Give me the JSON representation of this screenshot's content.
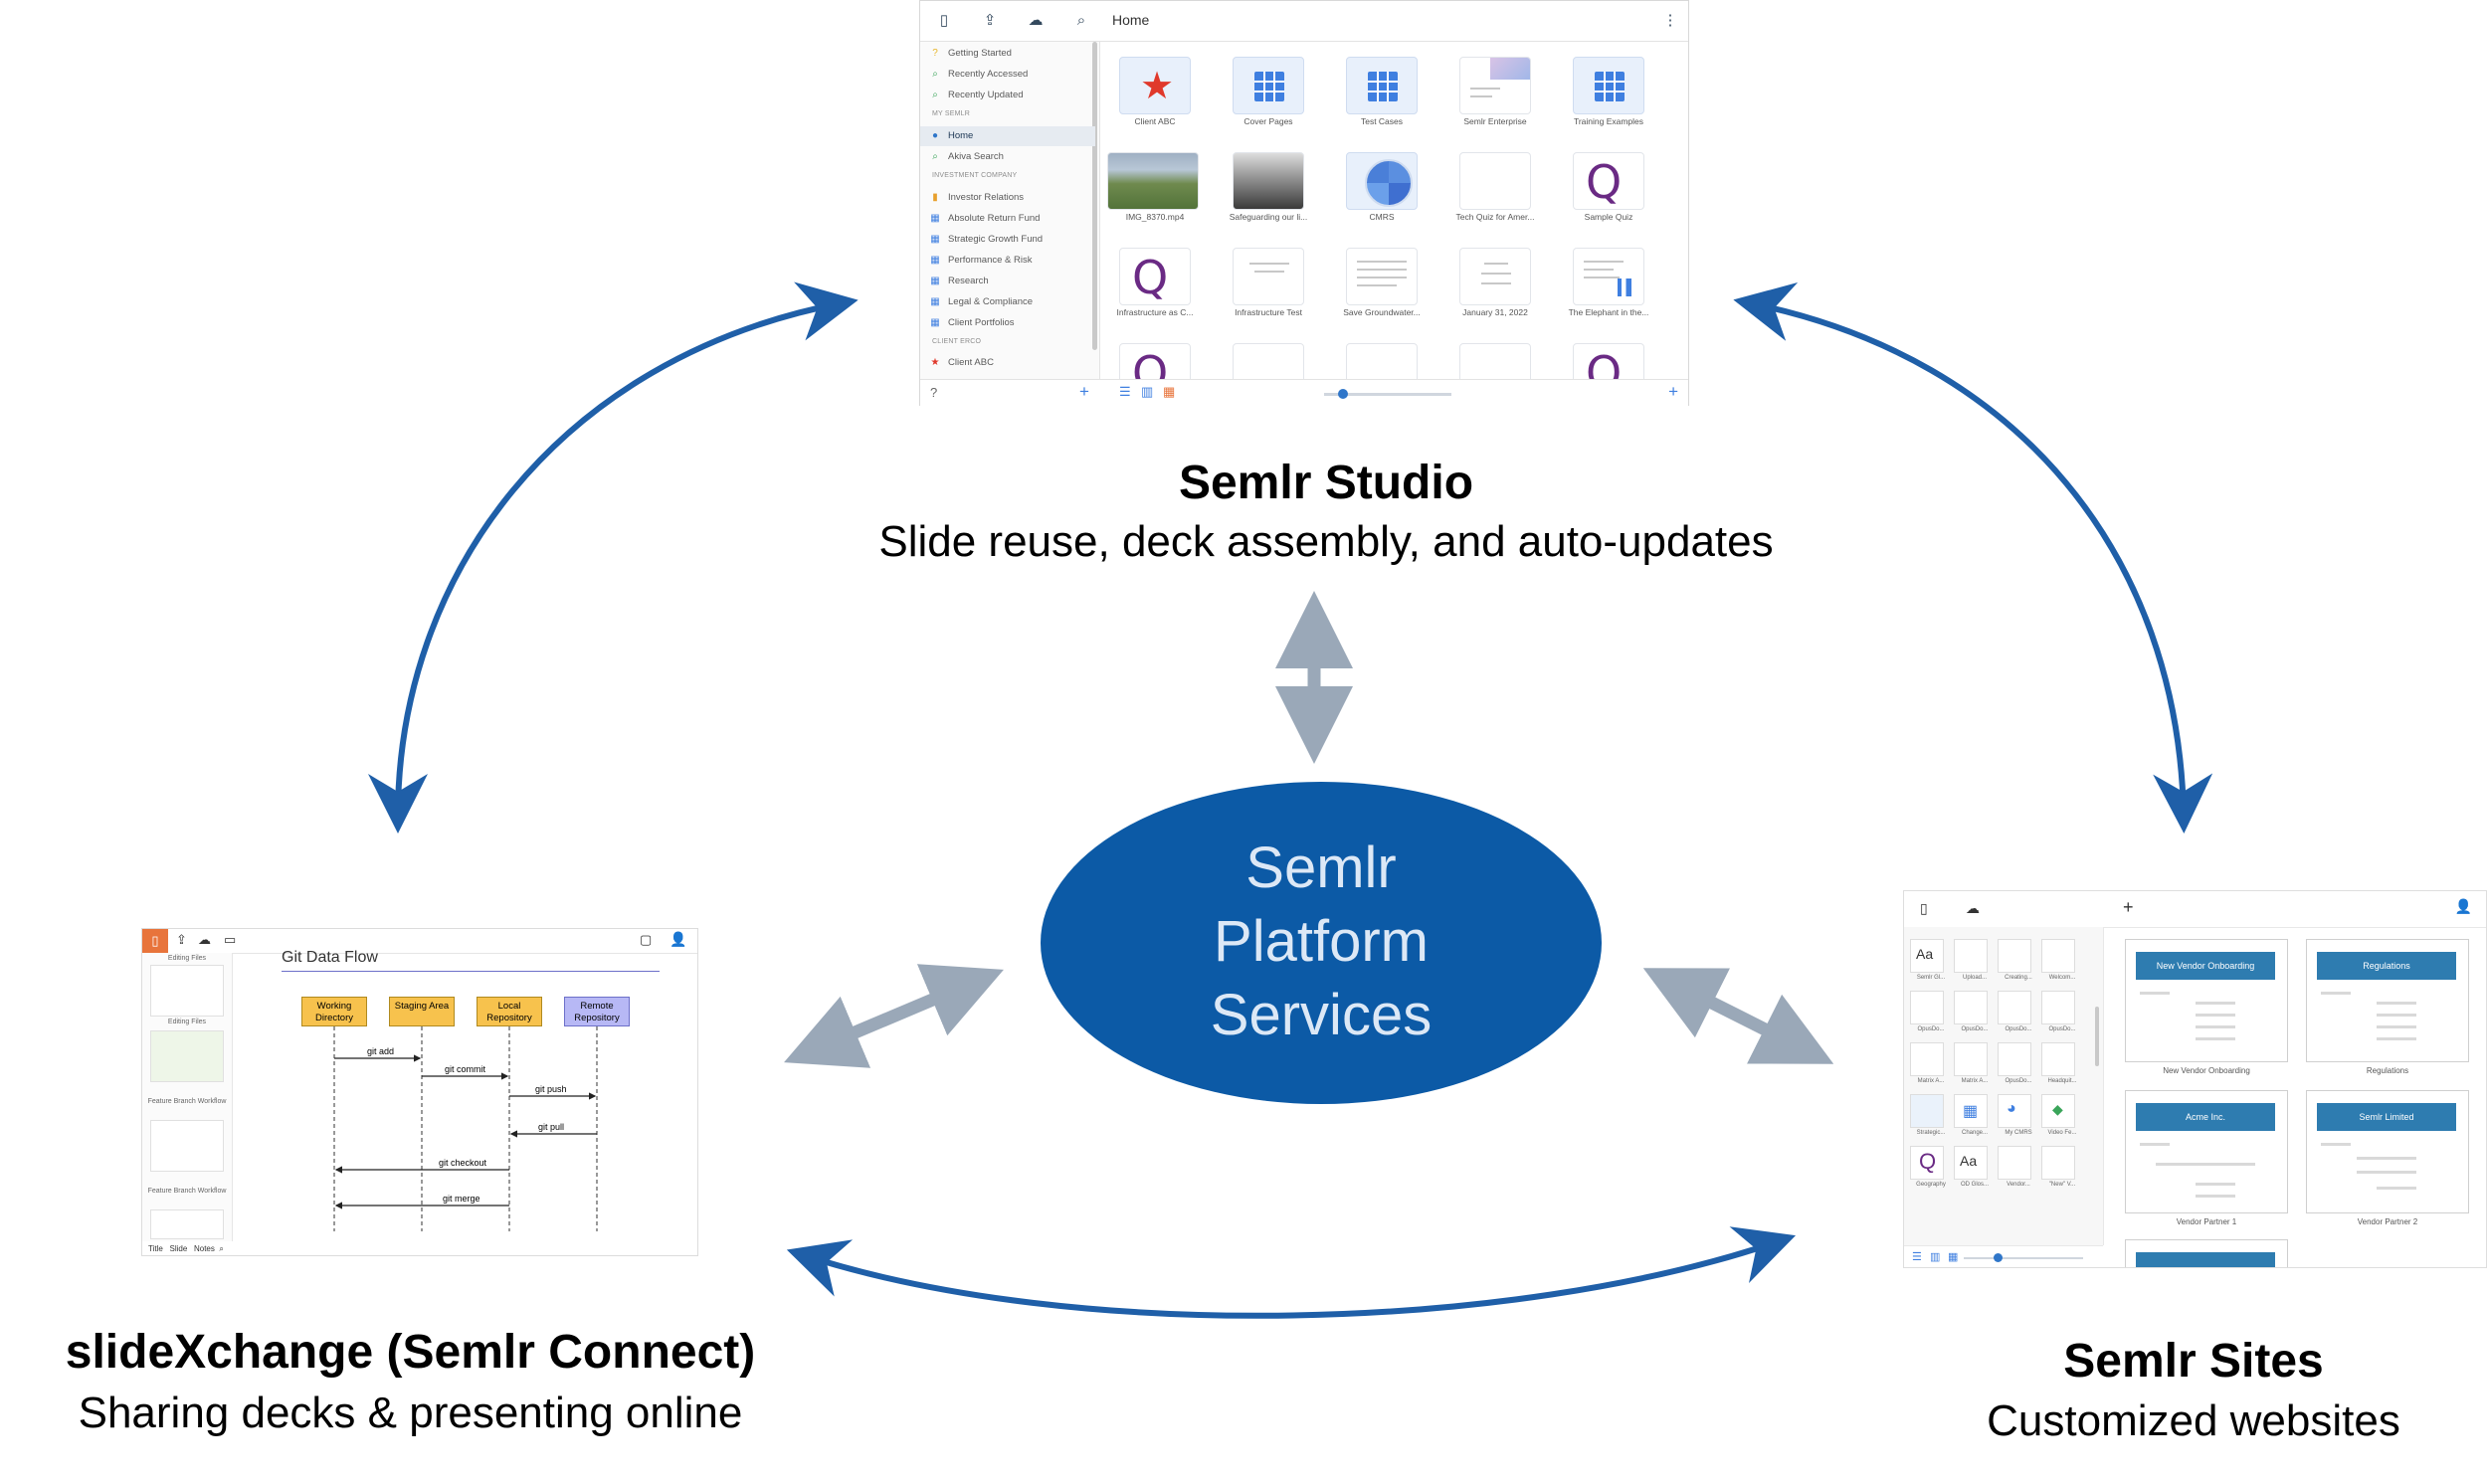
{
  "studio": {
    "breadcrumb": "Home",
    "sidebar": {
      "items": [
        {
          "label": "Getting Started",
          "icon": "question-icon"
        },
        {
          "label": "Recently Accessed",
          "icon": "search-icon"
        },
        {
          "label": "Recently Updated",
          "icon": "search-icon"
        }
      ],
      "section_my_semlr": "MY SEMLR",
      "my_semlr_items": [
        {
          "label": "Home",
          "icon": "pin-icon"
        },
        {
          "label": "Akiva Search",
          "icon": "search-icon"
        }
      ],
      "section_investment": "INVESTMENT COMPANY",
      "investment_items": [
        {
          "label": "Investor Relations",
          "icon": "bar-chart-icon"
        },
        {
          "label": "Absolute Return Fund",
          "icon": "grid-icon"
        },
        {
          "label": "Strategic Growth Fund",
          "icon": "grid-icon"
        },
        {
          "label": "Performance & Risk",
          "icon": "grid-icon"
        },
        {
          "label": "Research",
          "icon": "grid-icon"
        },
        {
          "label": "Legal & Compliance",
          "icon": "grid-icon"
        },
        {
          "label": "Client Portfolios",
          "icon": "grid-icon"
        }
      ],
      "section_client": "CLIENT ERCO",
      "client_items": [
        {
          "label": "Client ABC",
          "icon": "star-icon"
        }
      ]
    },
    "tiles": [
      "Client ABC",
      "Cover Pages",
      "Test Cases",
      "Semlr Enterprise",
      "Training Examples",
      "IMG_8370.mp4",
      "Safeguarding our li...",
      "CMRS",
      "Tech Quiz for Amer...",
      "Sample Quiz",
      "Infrastructure as C...",
      "Infrastructure Test",
      "Save Groundwater...",
      "January 31, 2022",
      "The Elephant in the..."
    ],
    "quiz_label": "Quiz"
  },
  "labels": {
    "studio_title": "Semlr Studio",
    "studio_sub": "Slide reuse, deck assembly, and auto-updates",
    "center_line1": "Semlr",
    "center_line2": "Platform",
    "center_line3": "Services",
    "connect_title": "slideXchange (Semlr Connect)",
    "connect_sub": "Sharing decks & presenting online",
    "sites_title": "Semlr Sites",
    "sites_sub": "Customized websites"
  },
  "slidexchange": {
    "slide_title": "Git Data Flow",
    "boxes": [
      "Working Directory",
      "Staging Area",
      "Local Repository",
      "Remote Repository"
    ],
    "flows": [
      "git add",
      "git commit",
      "git push",
      "git pull",
      "git checkout",
      "git merge"
    ],
    "side_labels": [
      "Editing Files",
      "Editing Files",
      "Feature Branch Workflow",
      "Feature Branch Workflow"
    ],
    "bottom_tabs": [
      "Title",
      "Slide",
      "Notes"
    ]
  },
  "sites": {
    "cards": [
      {
        "header": "New Vendor Onboarding",
        "caption": "New Vendor Onboarding"
      },
      {
        "header": "Regulations",
        "caption": "Regulations"
      },
      {
        "header": "Acme Inc.",
        "caption": "Vendor Partner 1"
      },
      {
        "header": "Semlr Limited",
        "caption": "Vendor Partner 2"
      }
    ],
    "left_captions": [
      "Semlr Gl...",
      "Upload...",
      "Creating...",
      "Welcom...",
      "OpusDo...",
      "OpusDo...",
      "OpusDo...",
      "OpusDo...",
      "Matrix A...",
      "Matrix A...",
      "OpusDo...",
      "Headquit...",
      "Strategic...",
      "Change...",
      "My CMRS",
      "Video Fe...",
      "Geography",
      "OD Glos...",
      "Vendor...",
      "\"New\" V..."
    ]
  },
  "colors": {
    "arrow_blue": "#1f5fa8",
    "arrow_gray": "#9aa8b8",
    "ellipse": "#0c5aa6"
  }
}
